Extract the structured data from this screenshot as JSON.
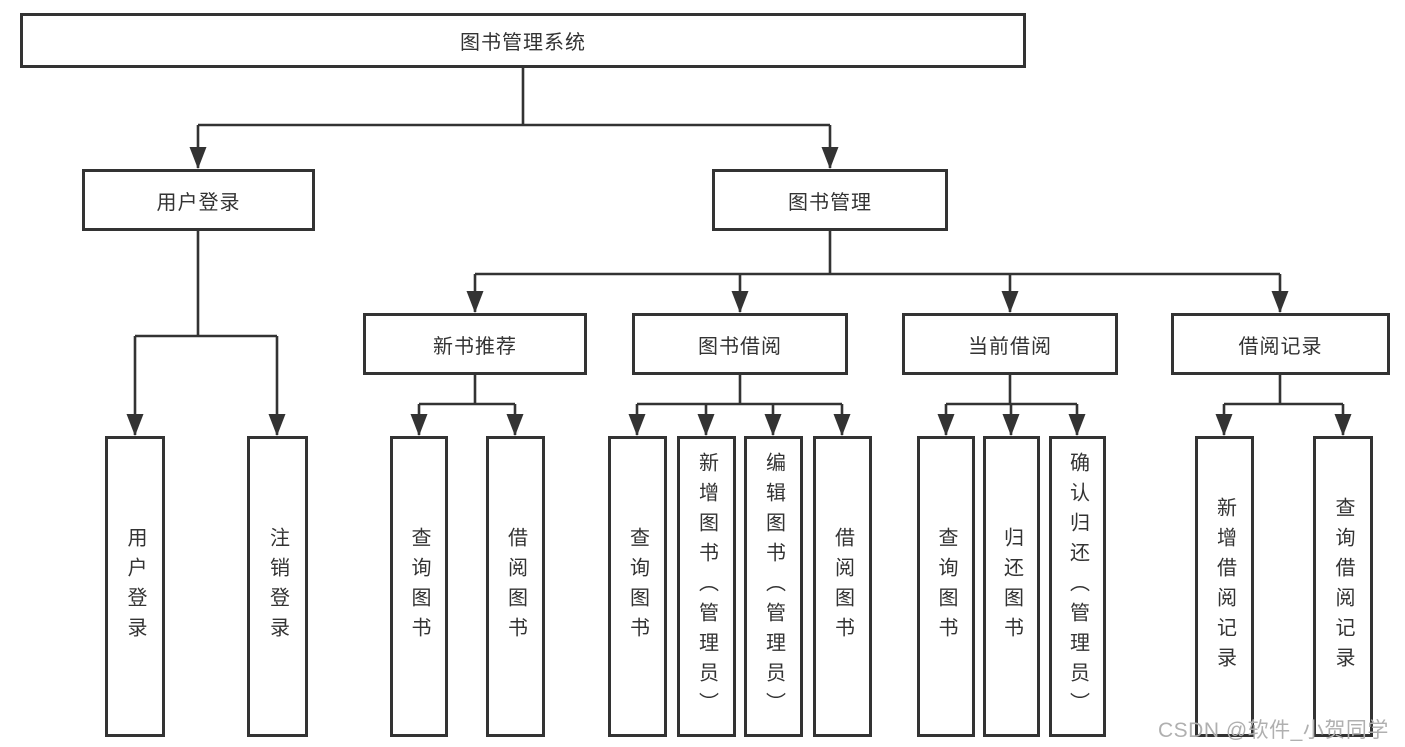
{
  "colors": {
    "line": "#333333",
    "box_border": "#333333",
    "text": "#333333",
    "watermark": "#b0b0b0",
    "background": "#ffffff"
  },
  "root": {
    "label": "图书管理系统"
  },
  "level2": [
    {
      "label": "用户登录"
    },
    {
      "label": "图书管理"
    }
  ],
  "level3": [
    {
      "label": "新书推荐"
    },
    {
      "label": "图书借阅"
    },
    {
      "label": "当前借阅"
    },
    {
      "label": "借阅记录"
    }
  ],
  "leaves": {
    "user_login_group": [
      "用户登录",
      "注销登录"
    ],
    "new_book_group": [
      "查询图书",
      "借阅图书"
    ],
    "book_borrow_group": [
      "查询图书",
      "新增图书（管理员）",
      "编辑图书（管理员）",
      "借阅图书"
    ],
    "current_borrow_group": [
      "查询图书",
      "归还图书",
      "确认归还（管理员）"
    ],
    "borrow_record_group": [
      "新增借阅记录",
      "查询借阅记录"
    ]
  },
  "watermark": {
    "text": "CSDN @软件_小贺同学"
  }
}
